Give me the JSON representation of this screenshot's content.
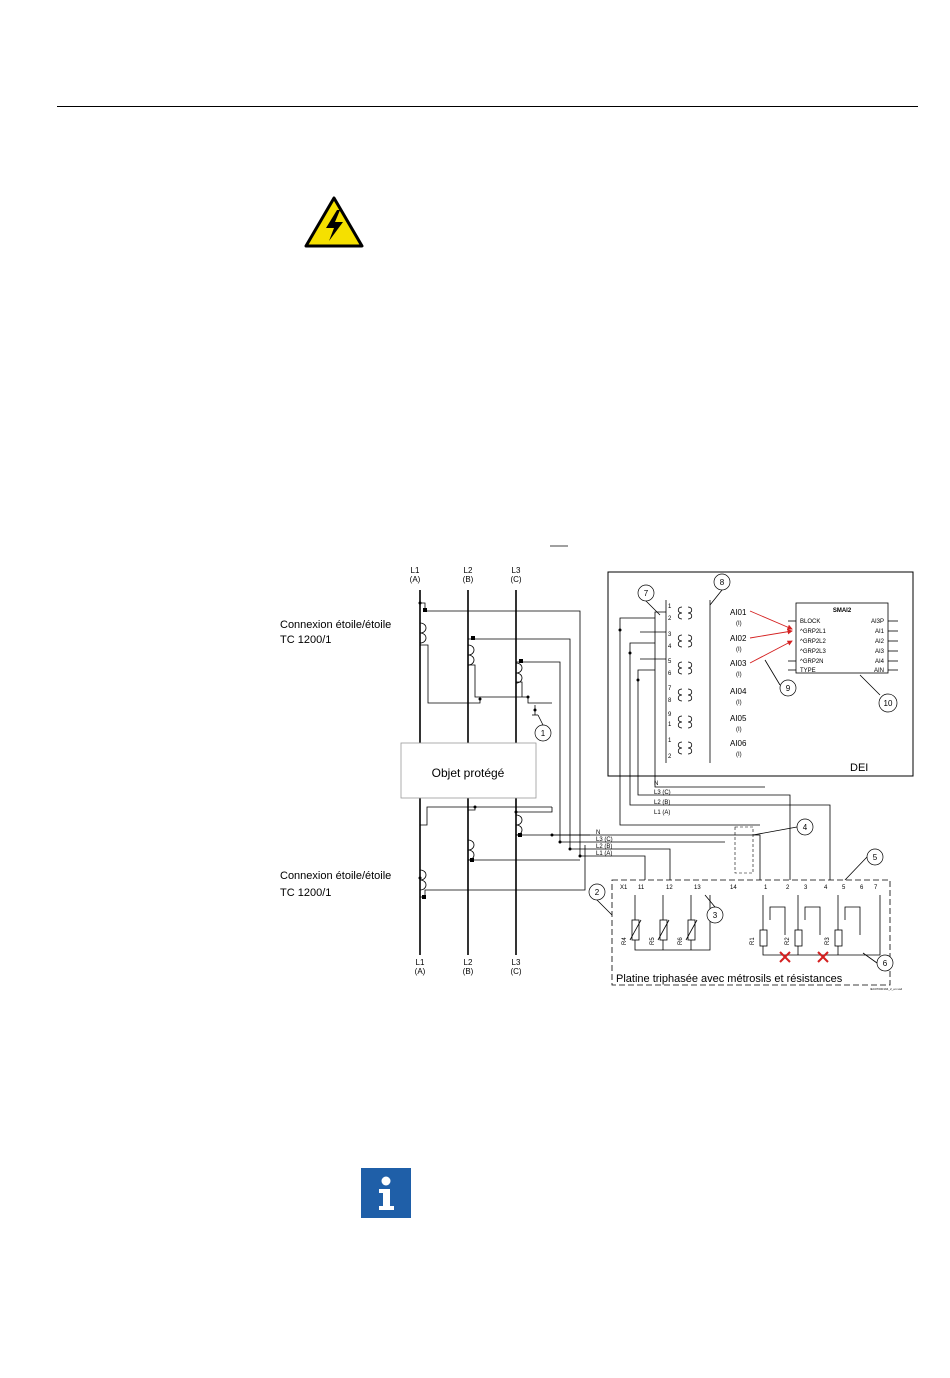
{
  "warning_icon": "electrical-hazard-icon",
  "info_icon": "info-icon",
  "diagram": {
    "ct_top_label": [
      "Connexion étoile/étoile",
      "TC 1200/1"
    ],
    "ct_bottom_label": [
      "Connexion étoile/étoile",
      "TC 1200/1"
    ],
    "phases_top": [
      {
        "name": "L1",
        "tag": "(A)"
      },
      {
        "name": "L2",
        "tag": "(B)"
      },
      {
        "name": "L3",
        "tag": "(C)"
      }
    ],
    "phases_bottom": [
      {
        "name": "L1",
        "tag": "(A)"
      },
      {
        "name": "L2",
        "tag": "(B)"
      },
      {
        "name": "L3",
        "tag": "(C)"
      }
    ],
    "protected_object": "Objet protégé",
    "ied_label": "DEI",
    "function_block": {
      "title": "SMAI2",
      "inputs": [
        "BLOCK",
        "^GRP2L1",
        "^GRP2L2",
        "^GRP2L3",
        "^GRP2N",
        "TYPE"
      ],
      "outputs": [
        "AI3P",
        "AI1",
        "AI2",
        "AI3",
        "AI4",
        "AIN"
      ]
    },
    "analog_inputs": [
      {
        "name": "AI01",
        "unit": "(I)"
      },
      {
        "name": "AI02",
        "unit": "(I)"
      },
      {
        "name": "AI03",
        "unit": "(I)"
      },
      {
        "name": "AI04",
        "unit": "(I)"
      },
      {
        "name": "AI05",
        "unit": "(I)"
      },
      {
        "name": "AI06",
        "unit": "(I)"
      }
    ],
    "terminal_numbers": [
      "1",
      "2",
      "3",
      "4",
      "5",
      "6",
      "7",
      "8",
      "9",
      "1",
      "1",
      "2"
    ],
    "bus_labels_ied": [
      "N",
      "L3 (C)",
      "L2 (B)",
      "L1 (A)"
    ],
    "bus_labels_plate": [
      "N",
      "L3 (C)",
      "L2 (B)",
      "L1 (A)"
    ],
    "plate_terminals": [
      "X1",
      "11",
      "12",
      "13",
      "14",
      "1",
      "2",
      "3",
      "4",
      "5",
      "6",
      "7"
    ],
    "metrosils": [
      "R4",
      "R5",
      "R6"
    ],
    "resistors": [
      "R1",
      "R2",
      "R3"
    ],
    "plate_label": "Platine triphasée avec métrosils et résistances",
    "callouts": [
      "1",
      "2",
      "3",
      "4",
      "5",
      "6",
      "7",
      "8",
      "9",
      "10"
    ],
    "file_ref": "IEC07000194_2_en.vsd"
  },
  "colors": {
    "warning": "#f5e000",
    "info": "#1f5fa8",
    "arrow": "#d42020",
    "cross": "#d42020"
  }
}
